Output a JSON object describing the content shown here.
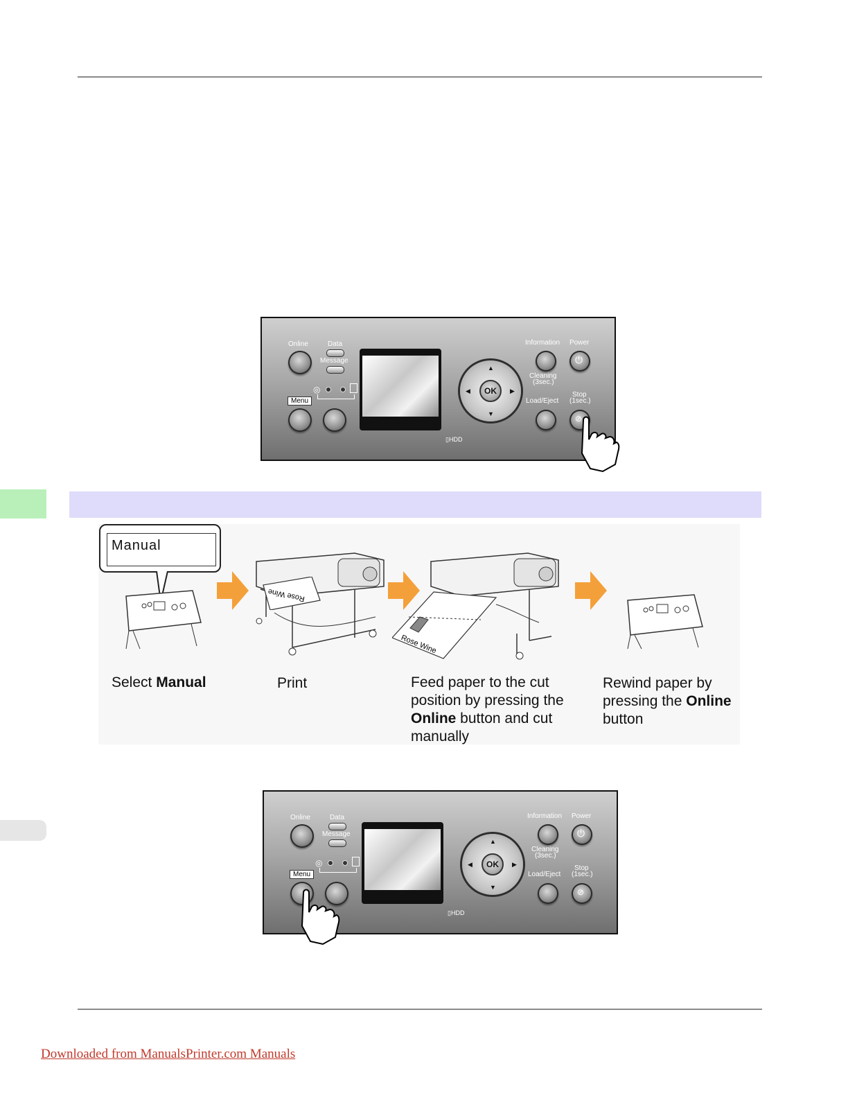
{
  "panel": {
    "online": "Online",
    "data": "Data",
    "message": "Message",
    "menu": "Menu",
    "ok": "OK",
    "hdd": "HDD",
    "information": "Information",
    "power": "Power",
    "cleaning": "Cleaning",
    "cleaning_sub": "(3sec.)",
    "load_eject": "Load/Eject",
    "stop": "Stop",
    "stop_sub": "(1sec.)"
  },
  "callout": {
    "text": "Manual"
  },
  "illustration": {
    "label": "Rose Wine"
  },
  "steps": [
    {
      "pre": "Select ",
      "bold": "Manual",
      "post": ""
    },
    {
      "pre": "Print",
      "bold": "",
      "post": ""
    },
    {
      "pre": "Feed paper to the cut position by pressing the ",
      "bold": "Online",
      "post": " button and cut manually"
    },
    {
      "pre": "Rewind paper by pressing the ",
      "bold": "Online",
      "post": " button"
    }
  ],
  "footer": {
    "link": "Downloaded from ManualsPrinter.com Manuals"
  },
  "colors": {
    "banner": "#dedcfa",
    "side_tab": "#b9f0b9",
    "arrow": "#f4a03a",
    "link": "#c0392b"
  }
}
